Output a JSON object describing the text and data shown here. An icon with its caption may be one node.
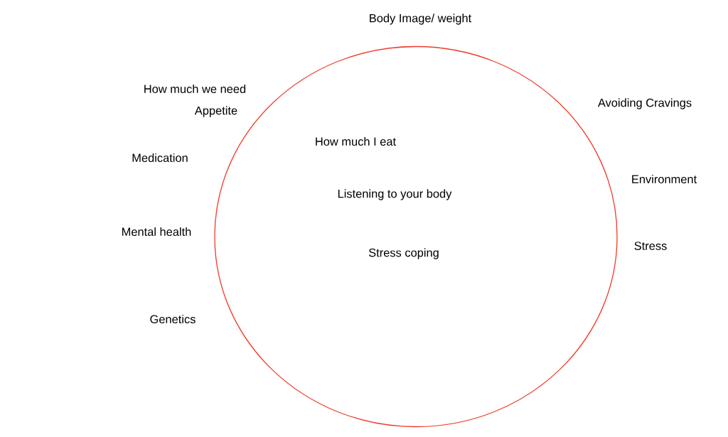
{
  "diagram": {
    "nodes": [
      {
        "text": [
          "How much I eat",
          "Listening to your body",
          "Stress coping"
        ]
      }
    ],
    "labels": [
      "Body Image/ weight",
      "How much we need",
      "Avoiding Cravings",
      "Appetite",
      "Medication",
      "Environment",
      "Mental health",
      "Stress",
      "Genetics"
    ]
  }
}
